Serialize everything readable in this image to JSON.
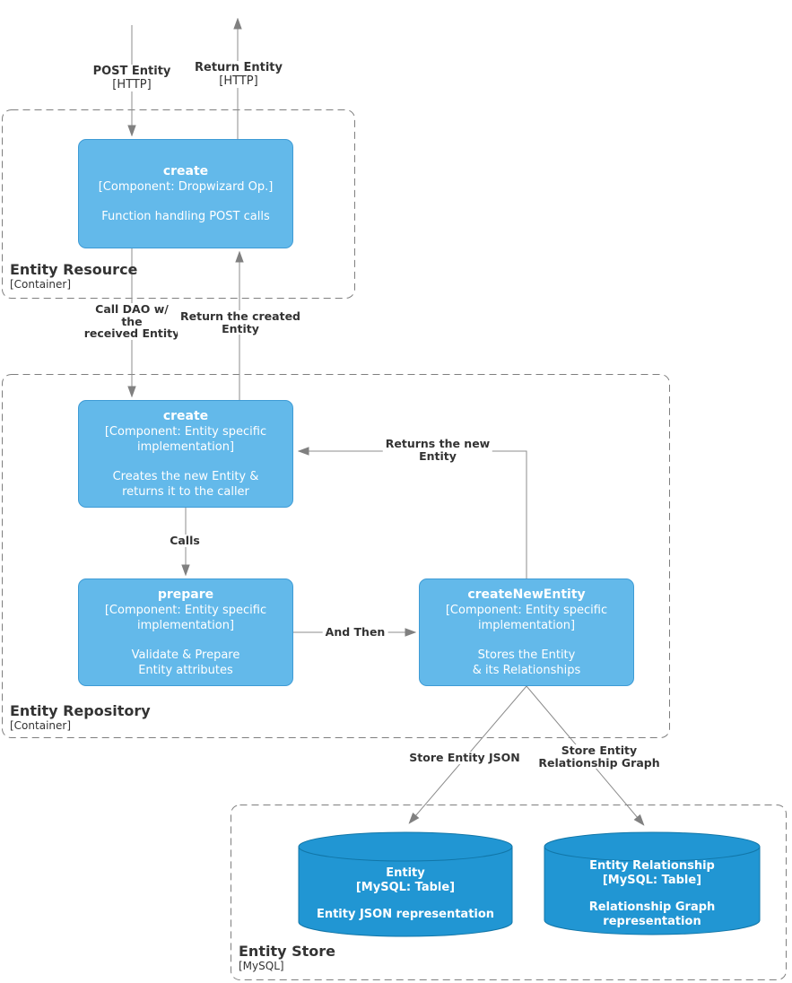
{
  "colors": {
    "component_fill": "#63B9EA",
    "component_border": "#3E9BD5",
    "database_fill": "#2196D3",
    "database_border": "#1176A8",
    "container_border": "#7F7F7F",
    "arrow": "#8C8C8C",
    "label_text": "#333333",
    "component_text": "#FFFFFF"
  },
  "containers": {
    "entity_resource": {
      "title": "Entity Resource",
      "subtitle": "[Container]"
    },
    "entity_repository": {
      "title": "Entity Repository",
      "subtitle": "[Container]"
    },
    "entity_store": {
      "title": "Entity Store",
      "subtitle": "[MySQL]"
    }
  },
  "components": {
    "create_resource": {
      "title": "create",
      "type": [
        "[Component: Dropwizard Op.]"
      ],
      "description": [
        "Function handling POST calls"
      ]
    },
    "create_repository": {
      "title": "create",
      "type": [
        "[Component: Entity specific",
        "implementation]"
      ],
      "description": [
        "Creates the new Entity &",
        "returns it to the caller"
      ]
    },
    "prepare": {
      "title": "prepare",
      "type": [
        "[Component: Entity specific",
        "implementation]"
      ],
      "description": [
        "Validate & Prepare",
        "Entity attributes"
      ]
    },
    "create_new_entity": {
      "title": "createNewEntity",
      "type": [
        "[Component: Entity specific",
        "implementation]"
      ],
      "description": [
        "Stores the Entity",
        "& its Relationships"
      ]
    }
  },
  "databases": {
    "entity_table": {
      "title": "Entity",
      "type": "[MySQL: Table]",
      "description": [
        "Entity JSON representation"
      ]
    },
    "entity_relationship_table": {
      "title": "Entity Relationship",
      "type": "[MySQL: Table]",
      "description": [
        "Relationship Graph",
        "representation"
      ]
    }
  },
  "edge_labels": {
    "post_entity": {
      "name": "POST Entity",
      "protocol": "[HTTP]"
    },
    "return_entity": {
      "name": "Return Entity",
      "protocol": "[HTTP]"
    },
    "call_dao": [
      "Call DAO w/",
      "the",
      "received Entity"
    ],
    "return_created": [
      "Return the created",
      "Entity"
    ],
    "calls": [
      "Calls"
    ],
    "and_then": [
      "And Then"
    ],
    "returns_new_entity": [
      "Returns the new",
      "Entity"
    ],
    "store_entity_json": [
      "Store Entity JSON"
    ],
    "store_entity_relationship_graph": [
      "Store Entity",
      "Relationship Graph"
    ]
  }
}
